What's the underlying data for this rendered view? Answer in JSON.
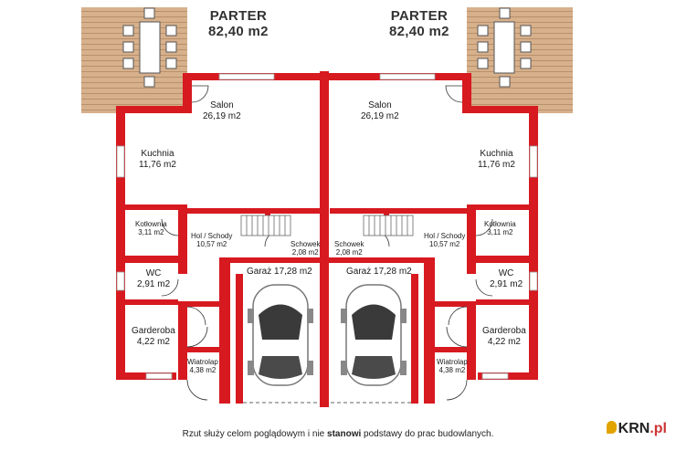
{
  "colors": {
    "wall": "#d71920",
    "deck": "#d7b08c",
    "deck_line": "#b8906a",
    "floor": "#ffffff",
    "car": "#9a9a9a"
  },
  "left": {
    "title": "PARTER",
    "area": "82,40 m2",
    "rooms": {
      "salon": {
        "name": "Salon",
        "area": "26,19 m2"
      },
      "kuchnia": {
        "name": "Kuchnia",
        "area": "11,76 m2"
      },
      "kotlownia": {
        "name": "Kotłownia",
        "area": "3,11 m2"
      },
      "hol": {
        "name": "Hol / Schody",
        "area": "10,57 m2"
      },
      "schowek": {
        "name": "Schowek",
        "area": "2,08 m2"
      },
      "wc": {
        "name": "WC",
        "area": "2,91 m2"
      },
      "garaz": {
        "name": "Garaż 17,28 m2"
      },
      "garderoba": {
        "name": "Garderoba",
        "area": "4,22 m2"
      },
      "wiatrolap": {
        "name": "Wiatrolap",
        "area": "4,38 m2"
      }
    }
  },
  "right": {
    "title": "PARTER",
    "area": "82,40 m2",
    "rooms": {
      "salon": {
        "name": "Salon",
        "area": "26,19 m2"
      },
      "kuchnia": {
        "name": "Kuchnia",
        "area": "11,76 m2"
      },
      "kotlownia": {
        "name": "Kotłownia",
        "area": "3,11 m2"
      },
      "hol": {
        "name": "Hol / Schody",
        "area": "10,57 m2"
      },
      "schowek": {
        "name": "Schowek",
        "area": "2,08 m2"
      },
      "wc": {
        "name": "WC",
        "area": "2,91 m2"
      },
      "garaz": {
        "name": "Garaż 17,28 m2"
      },
      "garderoba": {
        "name": "Garderoba",
        "area": "4,22 m2"
      },
      "wiatrolap": {
        "name": "Wiatrolap",
        "area": "4,38 m2"
      }
    }
  },
  "footer": {
    "pre": "Rzut służy celom poglądowym i nie ",
    "bold": "stanowi",
    "post": " podstawy do prac budowlanych."
  },
  "logo": {
    "brand": "KRN",
    "tld": ".pl"
  }
}
